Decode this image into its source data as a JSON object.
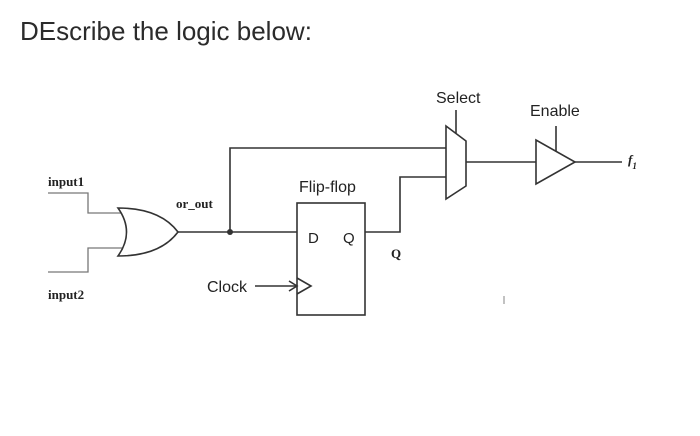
{
  "question": "DEscribe the logic below:",
  "labels": {
    "input1": "input1",
    "input2": "input2",
    "or_out": "or_out",
    "flipflop": "Flip-flop",
    "ff_d": "D",
    "ff_q": "Q",
    "q_out": "Q",
    "clock": "Clock",
    "select": "Select",
    "enable": "Enable",
    "f1": "f",
    "f1_sub": "1"
  }
}
